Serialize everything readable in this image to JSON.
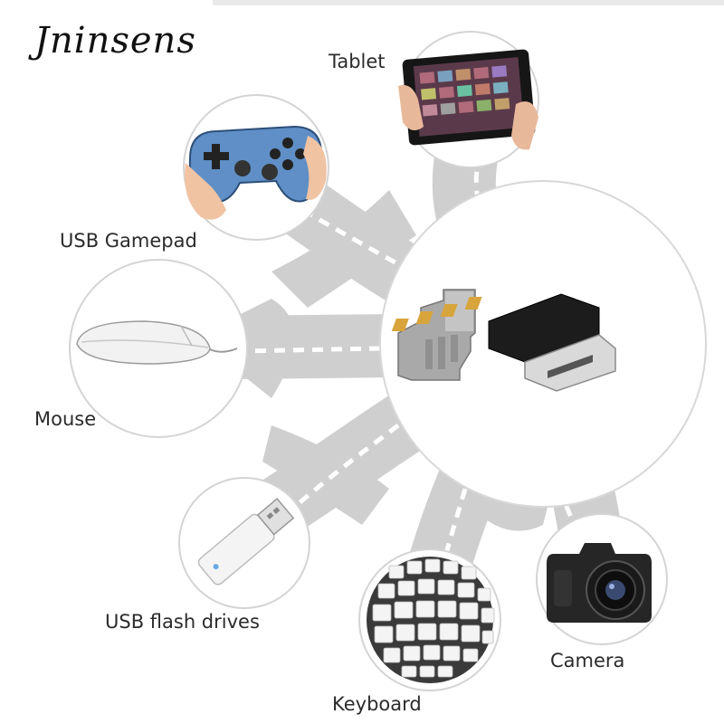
{
  "brand": "Jninsens",
  "devices": {
    "tablet": "Tablet",
    "gamepad": "USB Gamepad",
    "mouse": "Mouse",
    "flash": "USB flash drives",
    "keyboard": "Keyboard",
    "camera": "Camera"
  },
  "colors": {
    "road": "#cfcfcf",
    "dash": "#ffffff",
    "circle_border": "#d4d4d4",
    "background": "#ffffff"
  },
  "icons": [
    "tablet-icon",
    "gamepad-icon",
    "mouse-icon",
    "flash-drive-icon",
    "keyboard-icon",
    "camera-icon",
    "otg-adapter-icon"
  ]
}
